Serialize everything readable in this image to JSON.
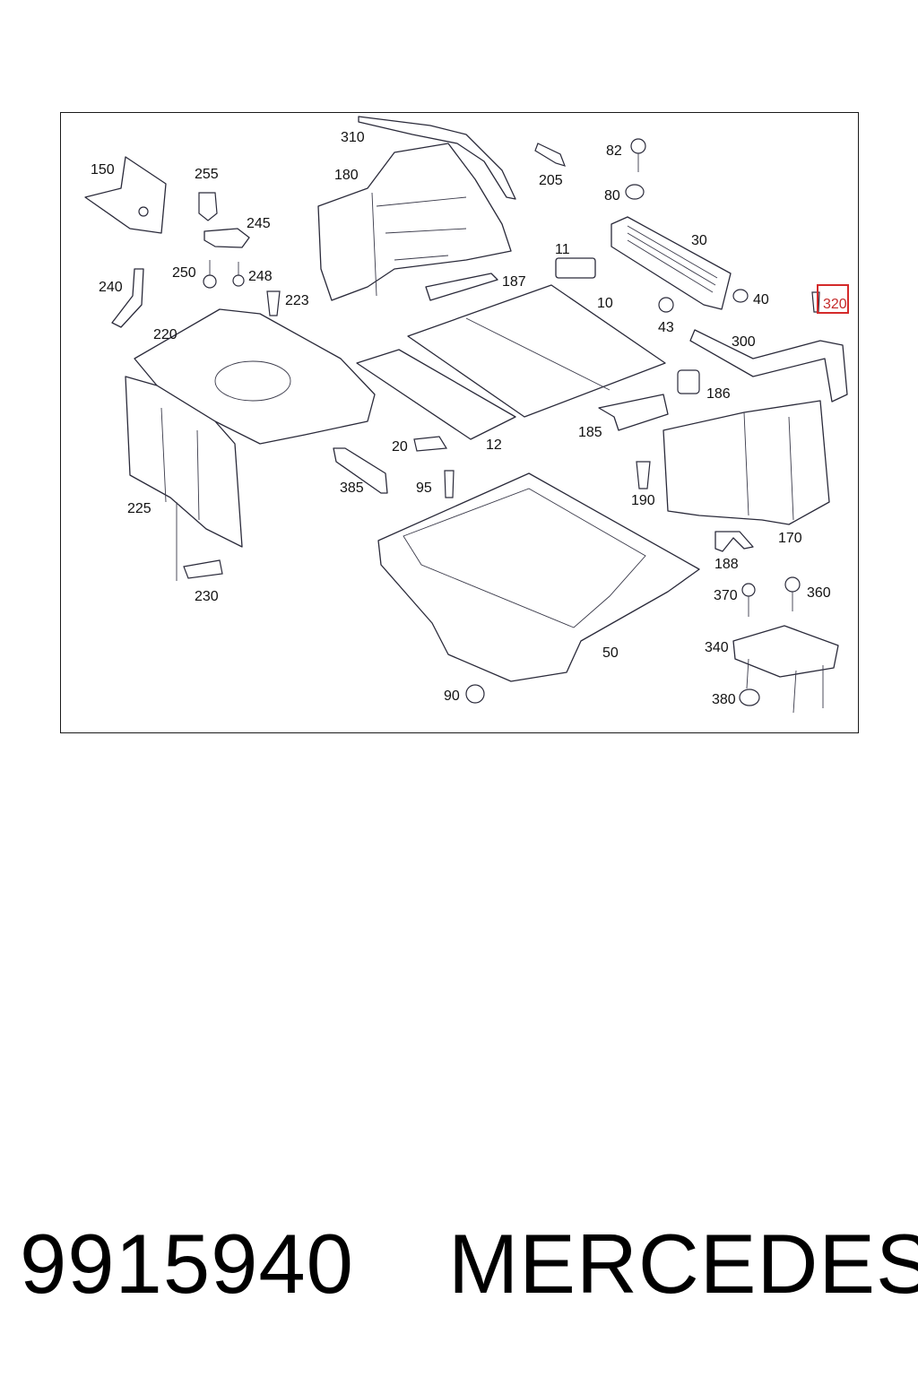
{
  "diagram": {
    "labels": [
      "310",
      "180",
      "205",
      "82",
      "80",
      "150",
      "255",
      "245",
      "11",
      "30",
      "240",
      "250",
      "248",
      "223",
      "187",
      "10",
      "40",
      "43",
      "320",
      "220",
      "300",
      "186",
      "185",
      "20",
      "12",
      "385",
      "95",
      "225",
      "190",
      "170",
      "188",
      "230",
      "370",
      "360",
      "340",
      "50",
      "90",
      "380"
    ],
    "highlighted_label": "320",
    "highlight_color": "#d42a2a"
  },
  "footer": {
    "part_number": "9915940",
    "brand": "MERCEDES"
  }
}
